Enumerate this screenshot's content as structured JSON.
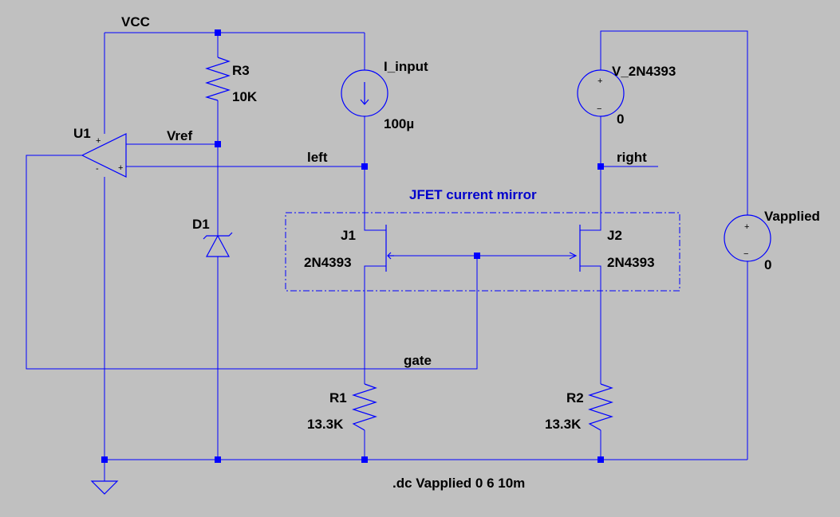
{
  "nets": {
    "vcc": "VCC",
    "vref": "Vref",
    "left": "left",
    "right": "right",
    "gate": "gate"
  },
  "components": {
    "u1": {
      "name": "U1"
    },
    "r3": {
      "name": "R3",
      "value": "10K"
    },
    "d1": {
      "name": "D1"
    },
    "i_input": {
      "name": "I_input",
      "value": "100µ"
    },
    "j1": {
      "name": "J1",
      "model": "2N4393"
    },
    "j2": {
      "name": "J2",
      "model": "2N4393"
    },
    "r1": {
      "name": "R1",
      "value": "13.3K"
    },
    "r2": {
      "name": "R2",
      "value": "13.3K"
    },
    "v_2n4393": {
      "name": "V_2N4393",
      "value": "0"
    },
    "vapplied": {
      "name": "Vapplied",
      "value": "0"
    }
  },
  "annotation": {
    "mirror_box": "JFET current mirror",
    "directive": ".dc Vapplied 0 6 10m"
  },
  "symbols": {
    "plus": "+",
    "minus": "−",
    "opamp_plus": "+",
    "opamp_minus": "-"
  },
  "colors": {
    "background": "#c0c0c0",
    "wire": "#0000ff",
    "text": "#000000",
    "annotation": "#0000cc"
  }
}
